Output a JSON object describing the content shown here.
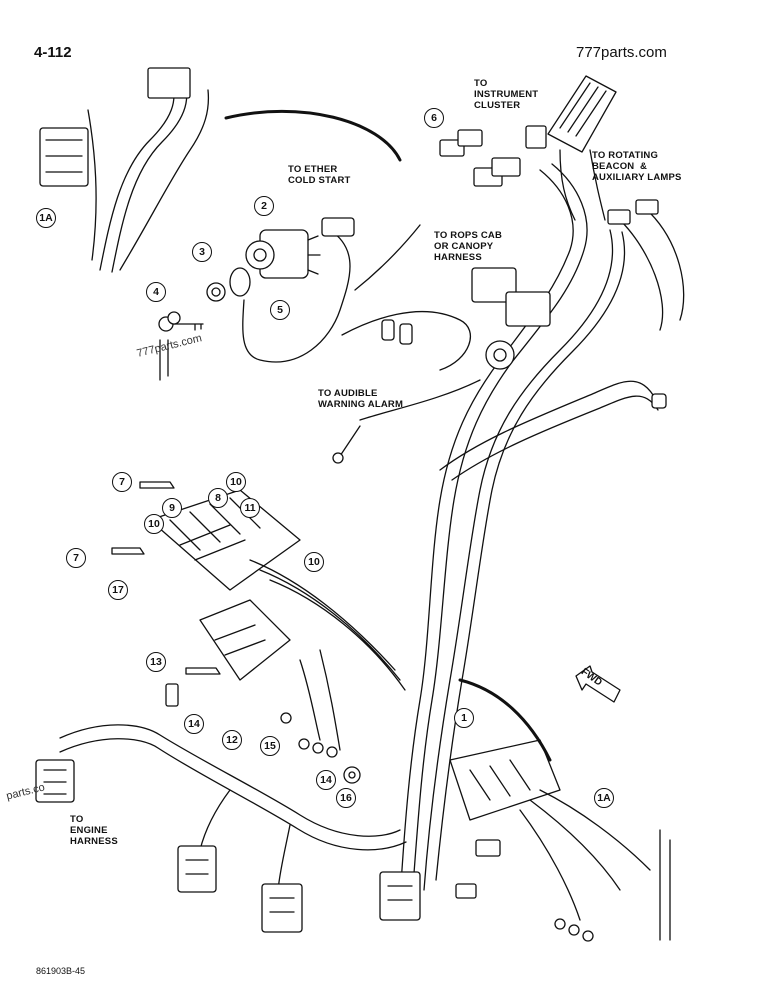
{
  "header": {
    "page_number": "4-112",
    "site": "777parts.com"
  },
  "footer": {
    "drawing_number": "861903B-45"
  },
  "watermarks": {
    "diagonal_left": "777parts.com",
    "edge_left": "parts.co"
  },
  "fwd_label": "FWD",
  "labels": {
    "instrument_cluster": "TO\nINSTRUMENT\nCLUSTER",
    "rotating_beacon": "TO ROTATING\nBEACON  &\nAUXILIARY LAMPS",
    "ether": "TO ETHER\nCOLD START",
    "rops": "TO ROPS CAB\nOR CANOPY\nHARNESS",
    "alarm": "TO AUDIBLE\nWARNING ALARM",
    "engine": "TO\nENGINE\nHARNESS"
  },
  "callouts": {
    "c1a_top": "1A",
    "c2": "2",
    "c3": "3",
    "c4": "4",
    "c5": "5",
    "c6": "6",
    "c7a": "7",
    "c7b": "7",
    "c8": "8",
    "c9": "9",
    "c10a": "10",
    "c10b": "10",
    "c10c": "10",
    "c11": "11",
    "c17": "17",
    "c13": "13",
    "c14a": "14",
    "c12": "12",
    "c15": "15",
    "c14b": "14",
    "c16": "16",
    "c1": "1",
    "c1a_bottom": "1A"
  },
  "icons": [
    "ignition-switch-icon",
    "key-icon",
    "relay-block-icon",
    "connector-plug-icon",
    "fwd-arrow-icon"
  ]
}
